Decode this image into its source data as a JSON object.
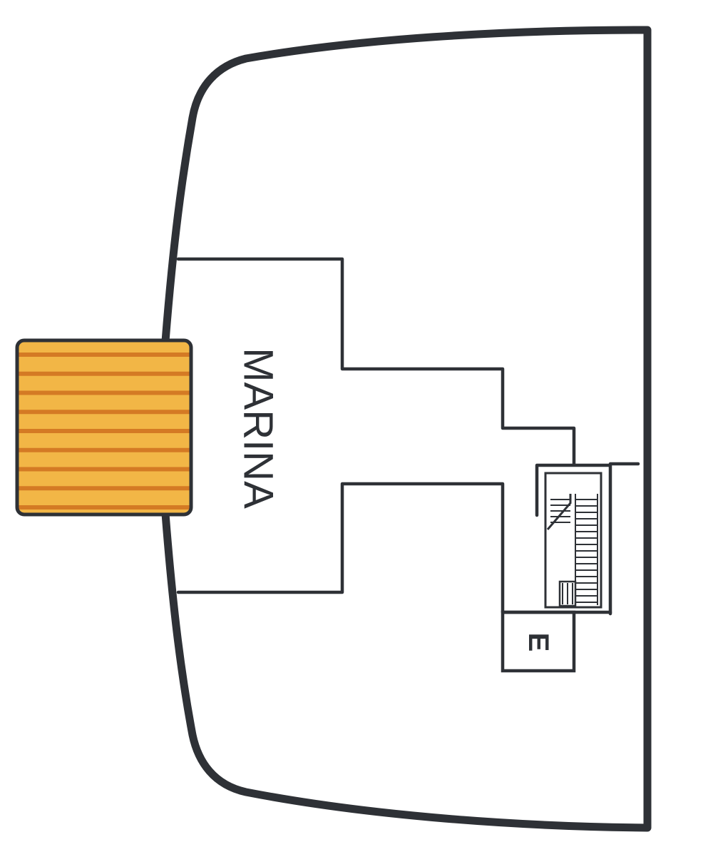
{
  "labels": {
    "marina": "MARINA",
    "elevator": "E"
  },
  "colors": {
    "outline": "#2e3136",
    "background": "#ffffff",
    "platform_fill": "#f2b646",
    "platform_stripe": "#d47a24",
    "text": "#2e3136"
  },
  "platform": {
    "stripe_count": 9
  }
}
